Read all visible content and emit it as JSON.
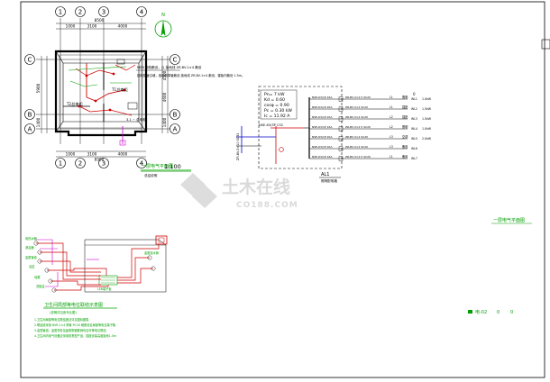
{
  "grid": {
    "top": [
      "1",
      "2",
      "3",
      "4"
    ],
    "bottom": [
      "1",
      "2",
      "3",
      "4"
    ],
    "left": [
      "C",
      "B",
      "A"
    ],
    "right": [
      "C",
      "B",
      "A"
    ]
  },
  "dims": {
    "top_total": "8500",
    "top_a": "1000",
    "top_b": "3100",
    "top_c": "4000",
    "left_a": "5900",
    "left_b": "1400",
    "right_a": "4500",
    "right_b": "4600",
    "right_c": "1400",
    "bottom_a": "1000",
    "bottom_b": "3100",
    "bottom_c": "4000",
    "bottom_total": "8500"
  },
  "plan": {
    "label_t2": "T2总电柜",
    "label_t1": "T1总电柜",
    "label_aux": "3.1 ~ 总电柜",
    "title": "一层电气平面图",
    "scale": "1:100",
    "sub": "总结说明",
    "note_a": "MEB 铜线敷设，以 接地线 ZR-BV-1×4 敷设",
    "note_b": "铜线穿管沿墙，接地线穿管敷设 接地线 ZR-BV-1×4 敷设，楼板内敷设 1.5m。"
  },
  "schematic": {
    "params": [
      "Pn= 7 kW",
      "Kd = 0.60",
      "cosφ = 0.90",
      "Pc = 0.30 kW",
      "Ic = 11.92 A"
    ],
    "main_breaker": "NSE-63/3P C32",
    "incoming": "ZR-BV-5×10 SC32",
    "panel_name": "AL1",
    "panel_sub": "照明配电箱",
    "col_header": "0",
    "circuits": [
      {
        "breaker": "NSE-63/1P 16A",
        "cable": "ZR-BV-3×2.5 SC20",
        "id": "L1",
        "note": "照明",
        "phase": "WL1",
        "load": "1.0kW"
      },
      {
        "breaker": "NSE-63/1P 20A",
        "cable": "ZR-BV-3×4 SC20",
        "id": "L1",
        "note": "插座",
        "phase": "WL2",
        "load": "1.5kW"
      },
      {
        "breaker": "NSE-63/1P 20A",
        "cable": "ZR-BV-3×4 SC20",
        "id": "L2",
        "note": "插座",
        "phase": "WL3",
        "load": "1.5kW"
      },
      {
        "breaker": "NSE-63/1P 16A",
        "cable": "ZR-BV-3×2.5 SC20",
        "id": "L2",
        "note": "照明",
        "phase": "WL4",
        "load": "1.0kW"
      },
      {
        "breaker": "NSE-63/1P 20A",
        "cable": "ZR-BV-3×4 SC20",
        "id": "L3",
        "note": "空调",
        "phase": "WL5",
        "load": "2.0kW"
      },
      {
        "breaker": "NSE-63/1P 20A",
        "cable": "ZR-BV-3×4 SC20",
        "id": "L3",
        "note": "备用",
        "phase": "WL6",
        "load": ""
      },
      {
        "breaker": "NSE-63/1P 16A",
        "cable": "ZR-BV-3×2.5 SC20",
        "id": "L1",
        "note": "备用",
        "phase": "WL7",
        "load": ""
      }
    ]
  },
  "right_label": "一层电气平面图",
  "sheet_no": "电-02",
  "sheet_extra": [
    "0",
    "0"
  ],
  "bath": {
    "title": "卫生间局部等电位联结示意图",
    "subtitle": "(说明详见各专业图)",
    "notes": [
      "1.卫生间局部等电位联结做法详见国标图集",
      "2.联结线采用 BVR-1×4 穿管 PC16 暗敷设至局部等电位端子箱",
      "3.金属管道、金属构件及建筑物钢筋网均应作等电位联结",
      "4.卫生间内电气设备应采用防溅型产品，插座安装高度距地1.5m"
    ],
    "labels": [
      "电热水器",
      "淋浴器",
      "金属管道",
      "浴盆",
      "地漏",
      "洗脸盆",
      "金属给水管",
      "LEB端子板"
    ]
  },
  "watermark": {
    "main": "土木在线",
    "sub": "CO188.COM"
  },
  "colors": {
    "frame": "#000000",
    "axis": "#1a1a1a",
    "green": "#00a000",
    "red": "#d00000",
    "magenta": "#d000d0",
    "blue": "#0000cc",
    "watermark": "#dcdcdc"
  }
}
